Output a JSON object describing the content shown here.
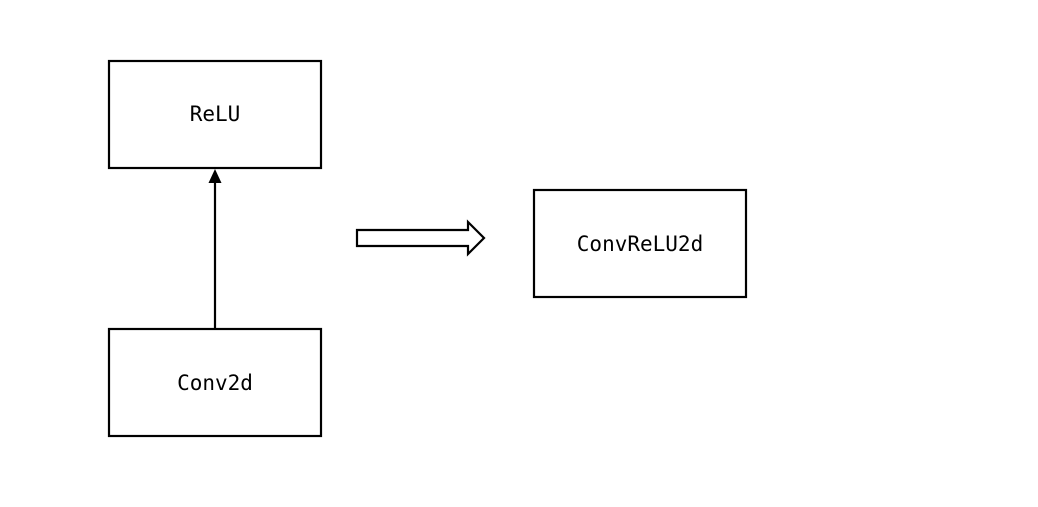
{
  "diagram": {
    "nodes": {
      "relu": {
        "label": "ReLU"
      },
      "conv2d": {
        "label": "Conv2d"
      },
      "convrelu2d": {
        "label": "ConvReLU2d"
      }
    },
    "edges": [
      {
        "from": "Conv2d",
        "to": "ReLU",
        "style": "solid-arrow"
      }
    ],
    "transform_arrow": {
      "from": "fused-pair",
      "to": "ConvReLU2d",
      "style": "hollow-block-arrow"
    },
    "colors": {
      "stroke": "#000000",
      "background": "#ffffff"
    }
  }
}
